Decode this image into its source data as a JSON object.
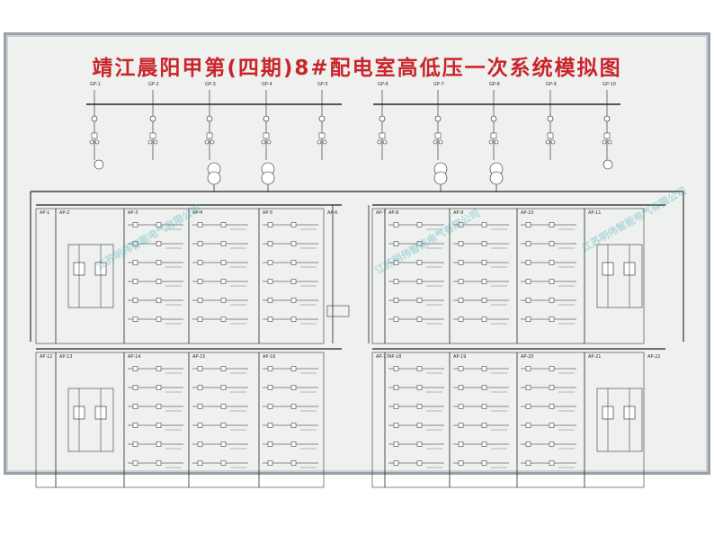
{
  "title": "靖江晨阳甲第(四期)8#配电室高低压一次系统模拟图",
  "colors": {
    "title": "#c9242b",
    "bus": "#222222",
    "box": "#333333",
    "board": "#eef1ee"
  },
  "top_cabinets": [
    "GP-1",
    "GP-2",
    "GP-3",
    "GP-4",
    "GP-5",
    "GP-6",
    "GP-7",
    "GP-8",
    "GP-9",
    "GP-10"
  ],
  "mid_row": {
    "left_labels": [
      "AP-1",
      "AP-2",
      "AP-3",
      "AP-4",
      "AP-5",
      "AP-6"
    ],
    "right_labels": [
      "AP-7",
      "AP-8",
      "AP-9",
      "AP-10",
      "AP-11"
    ]
  },
  "bottom_row": {
    "left_labels": [
      "AP-12",
      "AP-13",
      "AP-14",
      "AP-15",
      "AP-16"
    ],
    "right_labels": [
      "AP-17",
      "AP-18",
      "AP-19",
      "AP-20",
      "AP-21",
      "AP-22"
    ]
  },
  "watermark": "江苏明伟智能电气有限公司"
}
